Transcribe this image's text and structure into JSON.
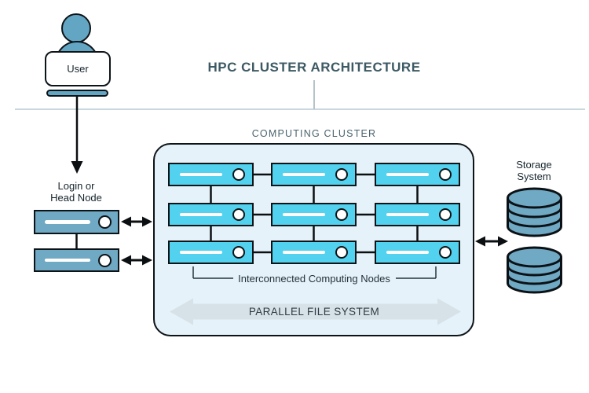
{
  "title": "HPC CLUSTER ARCHITECTURE",
  "user": {
    "label": "User"
  },
  "login_node": {
    "lines": [
      "Login or",
      "Head Node"
    ]
  },
  "cluster": {
    "label": "COMPUTING CLUSTER",
    "nodes_caption": "Interconnected Computing Nodes",
    "file_system": "PARALLEL FILE SYSTEM",
    "node_grid": {
      "rows": 3,
      "cols": 3
    }
  },
  "storage": {
    "lines": [
      "Storage",
      "System"
    ]
  },
  "colors": {
    "node_cyan": "#52d2ee",
    "steel_blue": "#6fa9c3",
    "cluster_background": "#e6f2f9",
    "outline": "#0d1418",
    "title_text": "#3d5a64",
    "cluster_label_text": "#4a646e",
    "pfs_arrow_fill": "#d7e1e8",
    "divider_line": "#c9d8de"
  }
}
